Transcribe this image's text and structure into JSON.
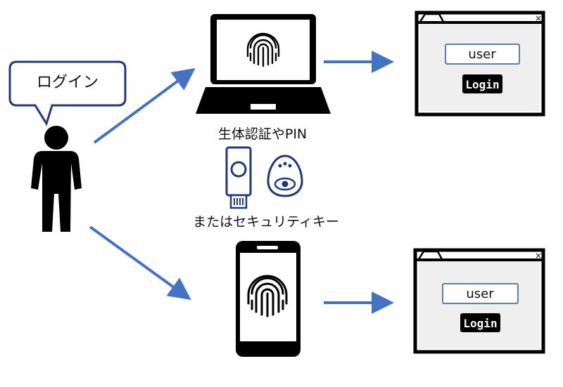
{
  "speech_bubble": {
    "text": "ログイン"
  },
  "labels": {
    "biometric": "生体認証やPIN",
    "security_key": "またはセキュリティキー"
  },
  "windows": [
    {
      "username": "user",
      "login_label": "Login"
    },
    {
      "username": "user",
      "login_label": "Login"
    }
  ],
  "colors": {
    "arrow": "#4472c4",
    "ink": "#000000",
    "key_blue": "#1f3a7a",
    "field_border": "#2f5597"
  }
}
